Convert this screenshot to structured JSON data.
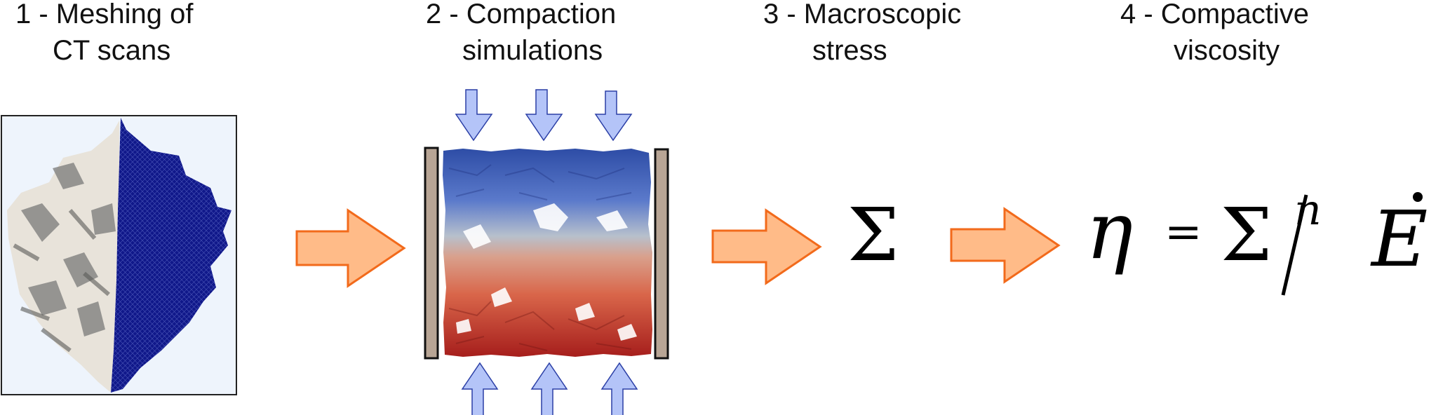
{
  "steps": [
    {
      "number": "1",
      "title_line1": "1 - Meshing of",
      "title_line2": "CT scans"
    },
    {
      "number": "2",
      "title_line1": "2 - Compaction",
      "title_line2": "simulations"
    },
    {
      "number": "3",
      "title_line1": "3 - Macroscopic",
      "title_line2": "stress"
    },
    {
      "number": "4",
      "title_line1": "4 - Compactive",
      "title_line2": "viscosity"
    }
  ],
  "formulas": {
    "stress_symbol": "Σ",
    "viscosity_lhs": "η",
    "equals": "=",
    "numerator_base": "Σ",
    "exponent": "n",
    "slash": "⁄",
    "denominator": "Ė"
  },
  "colors": {
    "flow_arrow_fill": "#FFBB88",
    "flow_arrow_stroke": "#F26A1B",
    "load_arrow_fill": "#B4C4F8",
    "load_arrow_stroke": "#2B3FA6",
    "wall_fill": "#B8A595",
    "mesh_blue": "#0F1A8A",
    "grain_gray": "#E8E3DA",
    "panel_bg": "#EEF4FC"
  }
}
